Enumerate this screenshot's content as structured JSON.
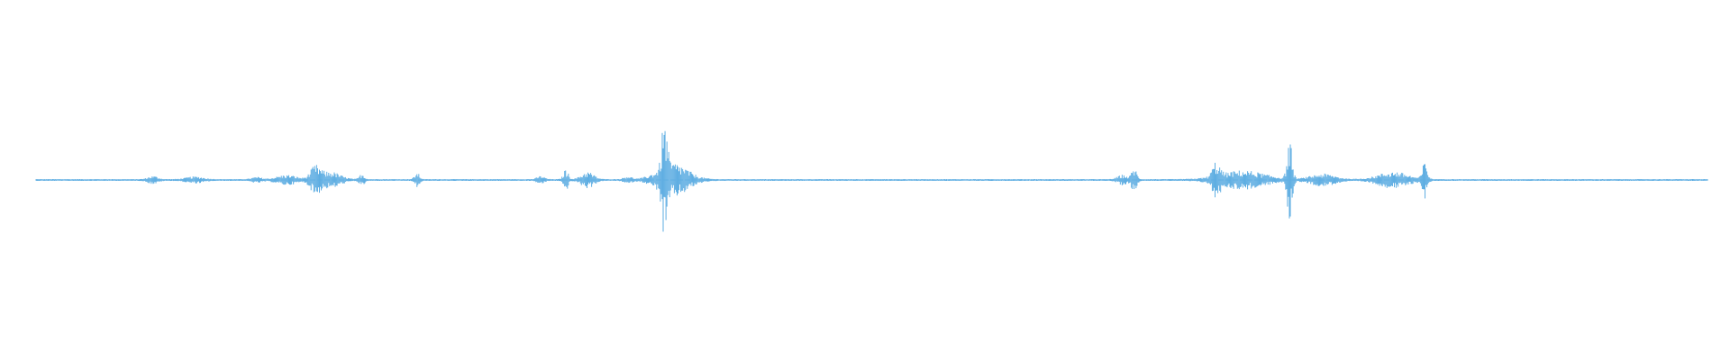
{
  "chart_data": {
    "type": "area",
    "chart_kind": "audio-waveform",
    "title": "",
    "xlabel": "",
    "ylabel": "",
    "xlim": [
      0,
      1
    ],
    "ylim": [
      -1,
      1
    ],
    "grid": false,
    "legend": "none",
    "color": "#5DADE2",
    "baseline_amplitude": 0.008,
    "bursts": [
      {
        "center": 0.07,
        "width": 0.004,
        "amplitude": 0.06
      },
      {
        "center": 0.095,
        "width": 0.007,
        "amplitude": 0.05
      },
      {
        "center": 0.132,
        "width": 0.004,
        "amplitude": 0.04
      },
      {
        "center": 0.15,
        "width": 0.008,
        "amplitude": 0.08
      },
      {
        "center": 0.167,
        "width": 0.004,
        "amplitude": 0.22
      },
      {
        "center": 0.176,
        "width": 0.008,
        "amplitude": 0.14
      },
      {
        "center": 0.195,
        "width": 0.002,
        "amplitude": 0.1
      },
      {
        "center": 0.228,
        "width": 0.002,
        "amplitude": 0.12
      },
      {
        "center": 0.302,
        "width": 0.003,
        "amplitude": 0.06
      },
      {
        "center": 0.317,
        "width": 0.002,
        "amplitude": 0.18
      },
      {
        "center": 0.33,
        "width": 0.005,
        "amplitude": 0.14
      },
      {
        "center": 0.354,
        "width": 0.003,
        "amplitude": 0.06
      },
      {
        "center": 0.376,
        "width": 0.002,
        "amplitude": 1.0
      },
      {
        "center": 0.381,
        "width": 0.012,
        "amplitude": 0.3
      },
      {
        "center": 0.65,
        "width": 0.004,
        "amplitude": 0.08
      },
      {
        "center": 0.657,
        "width": 0.002,
        "amplitude": 0.22
      },
      {
        "center": 0.706,
        "width": 0.003,
        "amplitude": 0.26
      },
      {
        "center": 0.722,
        "width": 0.018,
        "amplitude": 0.16
      },
      {
        "center": 0.75,
        "width": 0.002,
        "amplitude": 0.7
      },
      {
        "center": 0.77,
        "width": 0.01,
        "amplitude": 0.1
      },
      {
        "center": 0.812,
        "width": 0.012,
        "amplitude": 0.14
      },
      {
        "center": 0.831,
        "width": 0.002,
        "amplitude": 0.32
      }
    ]
  }
}
